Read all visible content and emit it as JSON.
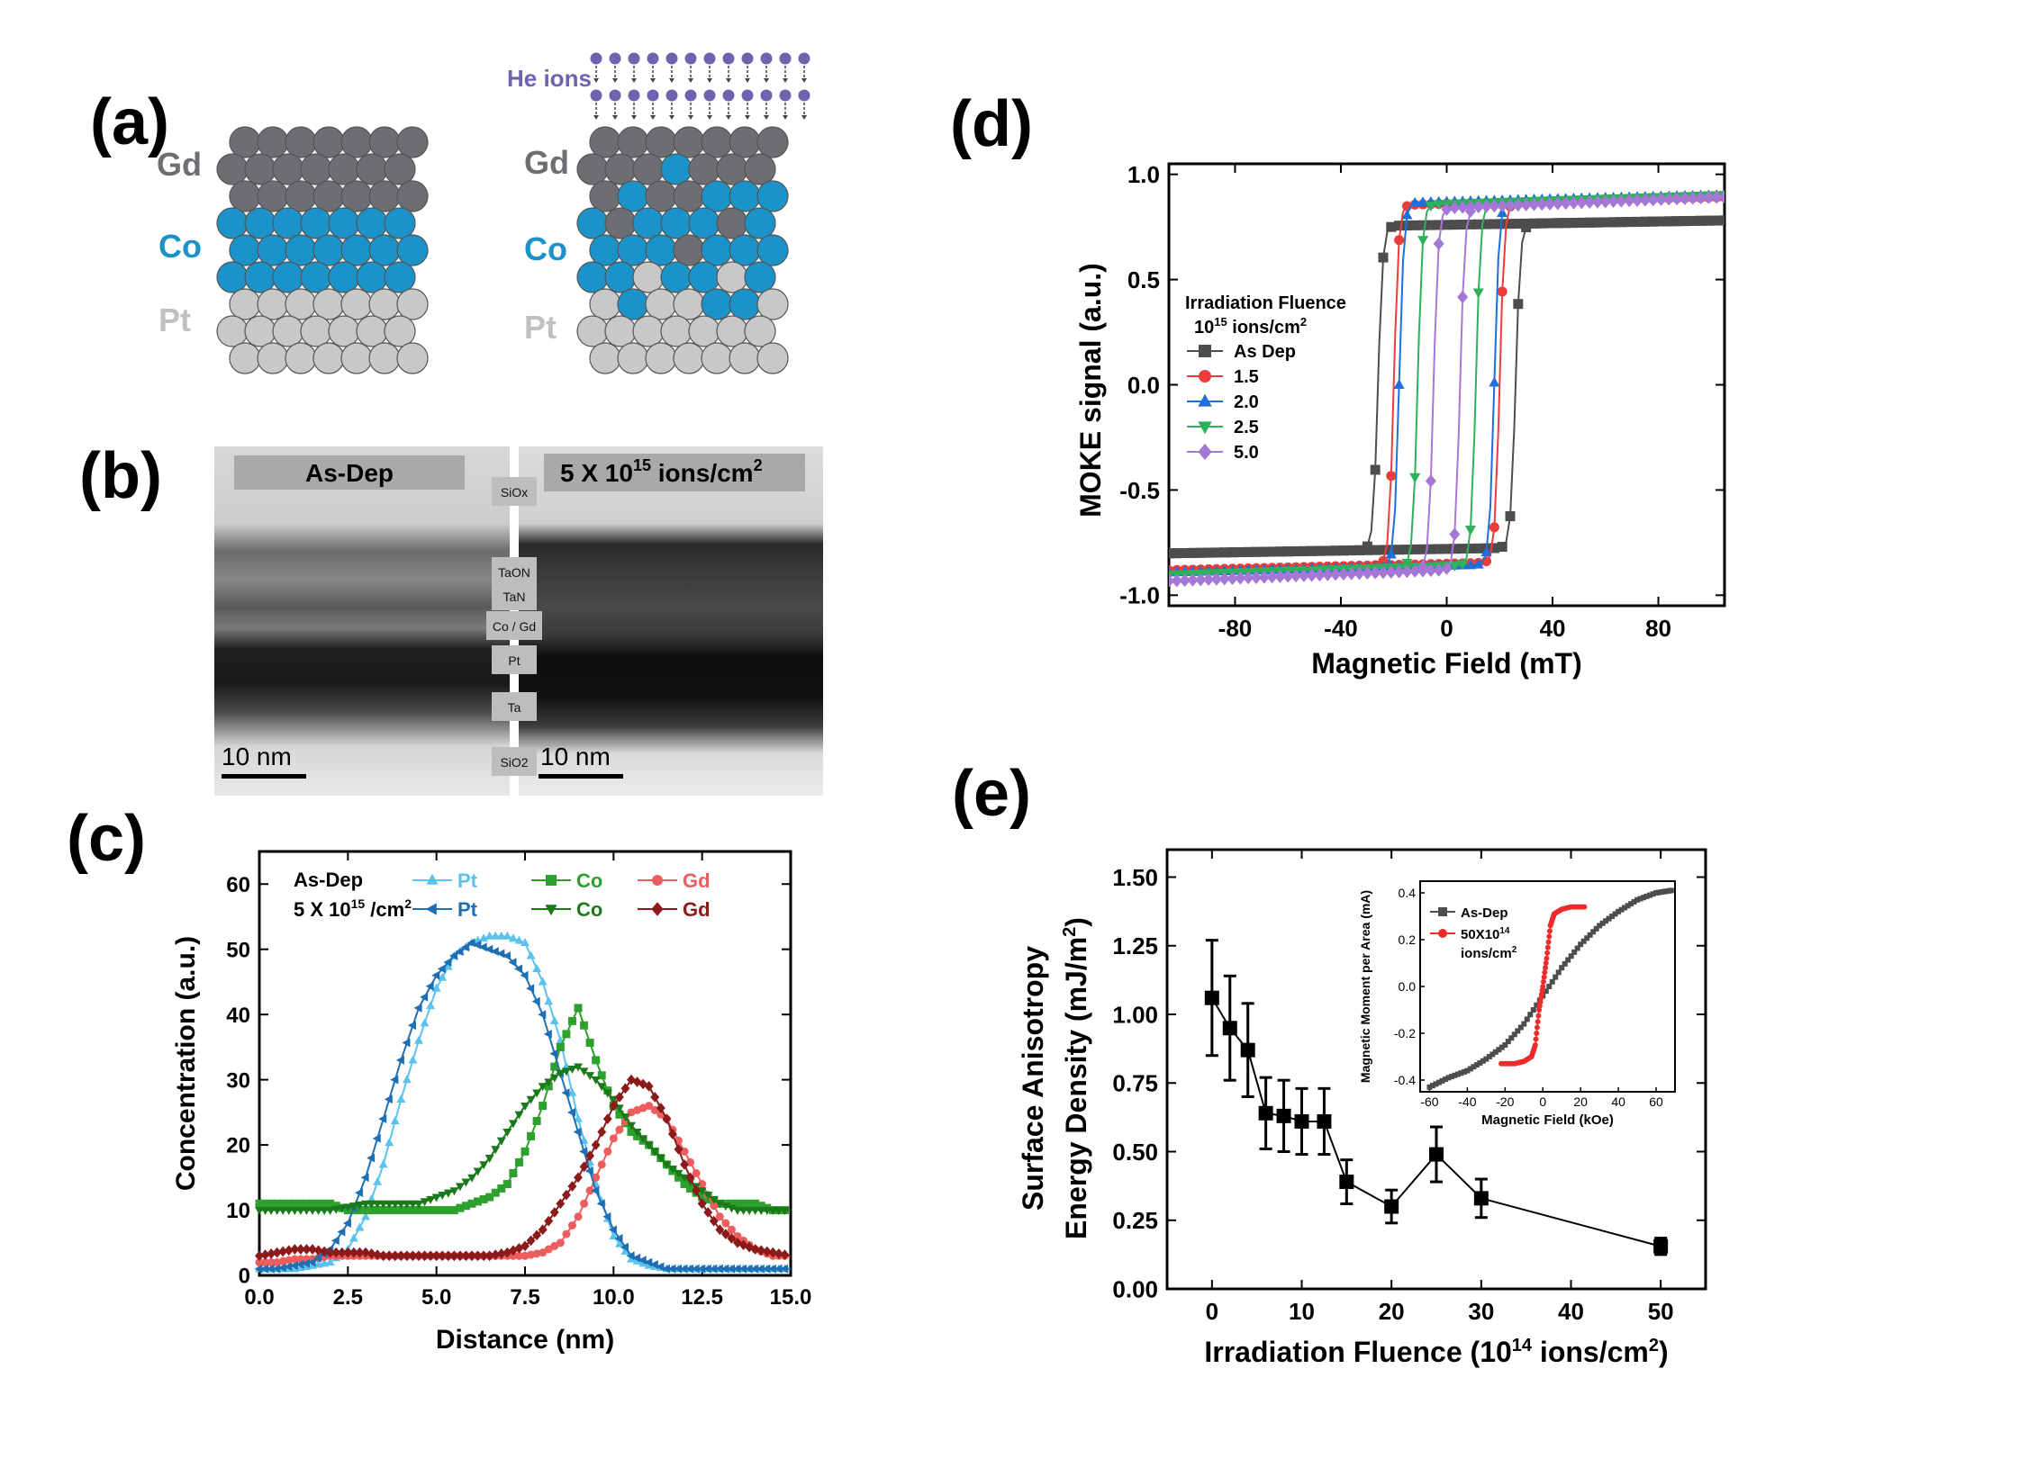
{
  "panel_labels": {
    "a": "(a)",
    "b": "(b)",
    "c": "(c)",
    "d": "(d)",
    "e": "(e)"
  },
  "panel_a": {
    "he_ions_label": "He ions",
    "left_stack_labels": [
      "Gd",
      "Co",
      "Pt"
    ],
    "right_stack_labels": [
      "Gd",
      "Co",
      "Pt"
    ],
    "colors": {
      "Gd": "#6d6e71",
      "Co": "#1b93c9",
      "Pt": "#c8c8c8",
      "ion": "#6f63b0"
    }
  },
  "panel_b": {
    "left_title": "As-Dep",
    "right_title_main": "5 X 10",
    "right_title_sup": "15",
    "right_title_unit": " ions/cm",
    "right_title_unit_sup": "2",
    "layers": [
      "SiOx",
      "TaON",
      "TaN",
      "Co / Gd",
      "Pt",
      "Ta",
      "SiO2"
    ],
    "scale_left": "10 nm",
    "scale_right": "10 nm"
  },
  "chart_data": [
    {
      "type": "line",
      "panel": "c",
      "xlabel": "Distance (nm)",
      "ylabel": "Concentration (a.u.)",
      "xlim": [
        0,
        15
      ],
      "ylim": [
        0,
        65
      ],
      "xticks": [
        "0.0",
        "2.5",
        "5.0",
        "7.5",
        "10.0",
        "12.5",
        "15.0"
      ],
      "yticks": [
        "0",
        "10",
        "20",
        "30",
        "40",
        "50",
        "60"
      ],
      "legend_row_labels": [
        "As-Dep",
        "5 X 10",
        "15",
        " /cm",
        "2"
      ],
      "series": [
        {
          "name": "Pt",
          "group": "As-Dep",
          "color": "#5bc2ec",
          "marker": "triangle-up",
          "x": [
            0,
            0.5,
            1,
            1.5,
            2,
            2.5,
            3,
            3.5,
            4,
            4.5,
            5,
            5.5,
            6,
            6.5,
            7,
            7.5,
            8,
            8.5,
            9,
            9.5,
            10,
            10.5,
            11,
            11.5,
            12,
            12.5,
            13,
            13.5,
            14,
            14.5,
            15
          ],
          "y": [
            1,
            1,
            1,
            1.5,
            2,
            4,
            9,
            17,
            27,
            36,
            44,
            49,
            51,
            52,
            52,
            51,
            45,
            36,
            24,
            14,
            6,
            2.5,
            1.5,
            1,
            1,
            1,
            1,
            1,
            1,
            1,
            1
          ]
        },
        {
          "name": "Co",
          "group": "As-Dep",
          "color": "#2ea02e",
          "marker": "square",
          "x": [
            0,
            0.5,
            1,
            1.5,
            2,
            2.5,
            3,
            3.5,
            4,
            4.5,
            5,
            5.5,
            6,
            6.5,
            7,
            7.5,
            8,
            8.5,
            9,
            9.5,
            10,
            10.5,
            11,
            11.5,
            12,
            12.5,
            13,
            13.5,
            14,
            14.5,
            15
          ],
          "y": [
            11,
            11,
            11,
            11,
            11,
            10,
            10,
            10,
            10,
            10,
            10,
            10,
            11,
            12,
            14,
            19,
            26,
            35,
            41,
            33,
            26,
            22,
            20,
            17,
            14,
            12,
            11,
            11,
            11,
            10,
            10
          ]
        },
        {
          "name": "Gd",
          "group": "As-Dep",
          "color": "#ee5d5d",
          "marker": "circle",
          "x": [
            0,
            0.5,
            1,
            1.5,
            2,
            2.5,
            3,
            3.5,
            4,
            4.5,
            5,
            5.5,
            6,
            6.5,
            7,
            7.5,
            8,
            8.5,
            9,
            9.5,
            10,
            10.5,
            11,
            11.5,
            12,
            12.5,
            13,
            13.5,
            14,
            14.5,
            15
          ],
          "y": [
            2,
            2,
            2.5,
            2.5,
            3,
            3,
            3,
            3,
            3,
            3,
            3,
            3,
            3,
            3,
            3,
            3,
            3.5,
            5,
            9,
            15,
            21,
            25,
            26,
            24,
            19,
            14,
            9,
            6,
            4,
            3,
            3
          ]
        },
        {
          "name": "Pt",
          "group": "5 X 10^15 /cm2",
          "color": "#1f6fb4",
          "marker": "triangle-left",
          "x": [
            0,
            0.5,
            1,
            1.5,
            2,
            2.5,
            3,
            3.5,
            4,
            4.5,
            5,
            5.5,
            6,
            6.5,
            7,
            7.5,
            8,
            8.5,
            9,
            9.5,
            10,
            10.5,
            11,
            11.5,
            12,
            12.5,
            13,
            13.5,
            14,
            14.5,
            15
          ],
          "y": [
            1,
            1,
            1.5,
            2,
            4,
            8,
            15,
            24,
            33,
            41,
            46,
            49,
            51,
            50,
            49,
            46,
            40,
            31,
            22,
            13,
            7,
            3,
            2,
            1,
            1,
            1,
            1,
            1,
            1,
            1,
            1
          ]
        },
        {
          "name": "Co",
          "group": "5 X 10^15 /cm2",
          "color": "#1a7a1a",
          "marker": "triangle-down",
          "x": [
            0,
            0.5,
            1,
            1.5,
            2,
            2.5,
            3,
            3.5,
            4,
            4.5,
            5,
            5.5,
            6,
            6.5,
            7,
            7.5,
            8,
            8.5,
            9,
            9.5,
            10,
            10.5,
            11,
            11.5,
            12,
            12.5,
            13,
            13.5,
            14,
            14.5,
            15
          ],
          "y": [
            10,
            10,
            10,
            10,
            10,
            10.5,
            11,
            11,
            11,
            11,
            12,
            13,
            15,
            18,
            22,
            26,
            29,
            31,
            32,
            30,
            27,
            23,
            20,
            17,
            15,
            13,
            11,
            10,
            10,
            10,
            10
          ]
        },
        {
          "name": "Gd",
          "group": "5 X 10^15 /cm2",
          "color": "#8b1a1a",
          "marker": "diamond",
          "x": [
            0,
            0.5,
            1,
            1.5,
            2,
            2.5,
            3,
            3.5,
            4,
            4.5,
            5,
            5.5,
            6,
            6.5,
            7,
            7.5,
            8,
            8.5,
            9,
            9.5,
            10,
            10.5,
            11,
            11.5,
            12,
            12.5,
            13,
            13.5,
            14,
            14.5,
            15
          ],
          "y": [
            3,
            3.5,
            4,
            4,
            3.5,
            3.5,
            3.5,
            3,
            3,
            3,
            3,
            3,
            3,
            3,
            3.5,
            4.5,
            7,
            11,
            15,
            20,
            26,
            30,
            29,
            24,
            17,
            11,
            7,
            5,
            4,
            3.5,
            3
          ]
        }
      ]
    },
    {
      "type": "line",
      "panel": "d",
      "xlabel": "Magnetic Field (mT)",
      "ylabel": "MOKE signal (a.u.)",
      "xlim": [
        -105,
        105
      ],
      "ylim": [
        -1.05,
        1.05
      ],
      "xticks": [
        "-80",
        "-40",
        "0",
        "40",
        "80"
      ],
      "yticks": [
        "-1.0",
        "-0.5",
        "0.0",
        "0.5",
        "1.0"
      ],
      "legend_title": "Irradiation Fluence",
      "legend_subtitle_main": "10",
      "legend_subtitle_sup": "15",
      "legend_subtitle_unit": " ions/cm",
      "legend_subtitle_unit_sup": "2",
      "series": [
        {
          "name": "As Dep",
          "color": "#4d4d4d",
          "marker": "square",
          "hc": 26,
          "ms_top": 0.76,
          "ms_bot": -0.78,
          "slope": 0.02
        },
        {
          "name": "1.5",
          "color": "#ee3b3b",
          "marker": "circle",
          "hc": 20,
          "ms_top": 0.86,
          "ms_bot": -0.85,
          "slope": 0.03
        },
        {
          "name": "2.0",
          "color": "#1f6fd8",
          "marker": "triangle-up",
          "hc": 18,
          "ms_top": 0.87,
          "ms_bot": -0.86,
          "slope": 0.03
        },
        {
          "name": "2.5",
          "color": "#2fb05a",
          "marker": "triangle-down",
          "hc": 11,
          "ms_top": 0.86,
          "ms_bot": -0.86,
          "slope": 0.04
        },
        {
          "name": "5.0",
          "color": "#a678d6",
          "marker": "diamond",
          "hc": 5,
          "ms_top": 0.84,
          "ms_bot": -0.88,
          "slope": 0.05
        }
      ]
    },
    {
      "type": "line",
      "panel": "e",
      "xlabel_main": "Irradiation Fluence (10",
      "xlabel_sup": "14",
      "xlabel_unit": " ions/cm",
      "xlabel_unit_sup": "2",
      "xlabel_close": ")",
      "ylabel_line1": "Surface Anisotropy",
      "ylabel_line2": "Energy Density (mJ/m",
      "ylabel_line2_sup": "2",
      "ylabel_line2_close": ")",
      "xlim": [
        -5,
        55
      ],
      "ylim": [
        0,
        1.6
      ],
      "xticks": [
        "0",
        "10",
        "20",
        "30",
        "40",
        "50"
      ],
      "yticks": [
        "0.00",
        "0.25",
        "0.50",
        "0.75",
        "1.00",
        "1.25",
        "1.50"
      ],
      "series": [
        {
          "name": "",
          "color": "#000000",
          "marker": "square",
          "x": [
            0,
            2,
            4,
            6,
            8,
            10,
            12.5,
            15,
            20,
            25,
            30,
            50
          ],
          "y": [
            1.06,
            0.95,
            0.87,
            0.64,
            0.63,
            0.61,
            0.61,
            0.39,
            0.3,
            0.49,
            0.33,
            0.155
          ],
          "err": [
            0.21,
            0.19,
            0.17,
            0.13,
            0.13,
            0.12,
            0.12,
            0.08,
            0.06,
            0.1,
            0.07,
            0.03
          ]
        }
      ]
    },
    {
      "type": "line",
      "panel": "e-inset",
      "xlabel": "Magnetic Field (kOe)",
      "ylabel": "Magnetic Moment per Area (mA)",
      "xlim": [
        -65,
        70
      ],
      "ylim": [
        -0.45,
        0.45
      ],
      "xticks": [
        "-60",
        "-40",
        "-20",
        "0",
        "20",
        "40",
        "60"
      ],
      "yticks": [
        "-0.4",
        "-0.2",
        "0.0",
        "0.2",
        "0.4"
      ],
      "series": [
        {
          "name": "As-Dep",
          "color": "#4d4d4d",
          "marker": "square",
          "x": [
            -60,
            -50,
            -40,
            -30,
            -20,
            -10,
            0,
            10,
            20,
            30,
            40,
            50,
            60,
            68
          ],
          "y": [
            -0.43,
            -0.39,
            -0.36,
            -0.31,
            -0.25,
            -0.16,
            -0.04,
            0.08,
            0.18,
            0.26,
            0.32,
            0.37,
            0.4,
            0.41
          ]
        },
        {
          "name": "50X10",
          "name_sup": "14",
          "name_line2": "ions/cm",
          "name_line2_sup": "2",
          "color": "#ee2b2b",
          "marker": "circle",
          "x": [
            -22,
            -15,
            -10,
            -6,
            -4,
            -2,
            0,
            2,
            4,
            6,
            10,
            15,
            22
          ],
          "y": [
            -0.33,
            -0.33,
            -0.32,
            -0.3,
            -0.25,
            -0.1,
            0.0,
            0.12,
            0.26,
            0.31,
            0.33,
            0.34,
            0.34
          ]
        }
      ]
    }
  ]
}
